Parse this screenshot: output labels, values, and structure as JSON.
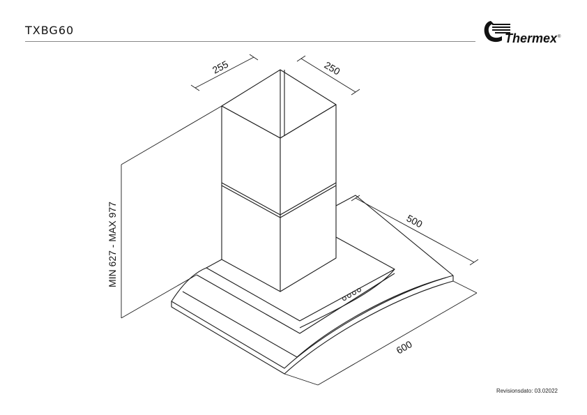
{
  "header": {
    "model": "TXBG60"
  },
  "brand": {
    "name": "Thermex",
    "registered": "®"
  },
  "dimensions": {
    "depth_top": "255",
    "width_top": "250",
    "height_range": "MIN 627 - MAX 977",
    "canopy_depth": "500",
    "canopy_width": "600"
  },
  "footer": {
    "revision": "Revisionsdato: 03.02022"
  }
}
